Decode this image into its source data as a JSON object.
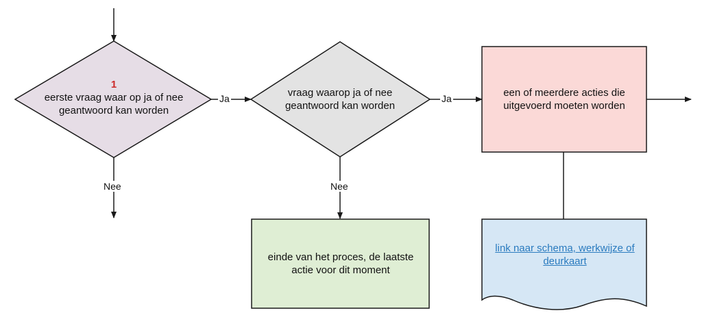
{
  "nodes": {
    "decision1": {
      "number": "1",
      "text": "eerste vraag waar op ja of nee geantwoord kan worden",
      "fill": "#e6dde6"
    },
    "decision2": {
      "text": "vraag waarop ja of nee geantwoord kan worden",
      "fill": "#e3e3e3"
    },
    "action": {
      "text": "een of meerdere acties die uitgevoerd moeten worden",
      "fill": "#fbd9d7"
    },
    "end": {
      "text": "einde van het proces, de laatste actie voor dit moment",
      "fill": "#dfeed4"
    },
    "document": {
      "link_text": "link naar schema, werkwijze of deurkaart",
      "fill": "#d6e7f5"
    }
  },
  "edges": {
    "d1_to_d2": "Ja",
    "d1_down": "Nee",
    "d2_to_action": "Ja",
    "d2_to_end": "Nee"
  },
  "colors": {
    "stroke": "#1a1a1a",
    "link": "#2a7bbf",
    "step_number": "#cc2a2a"
  }
}
